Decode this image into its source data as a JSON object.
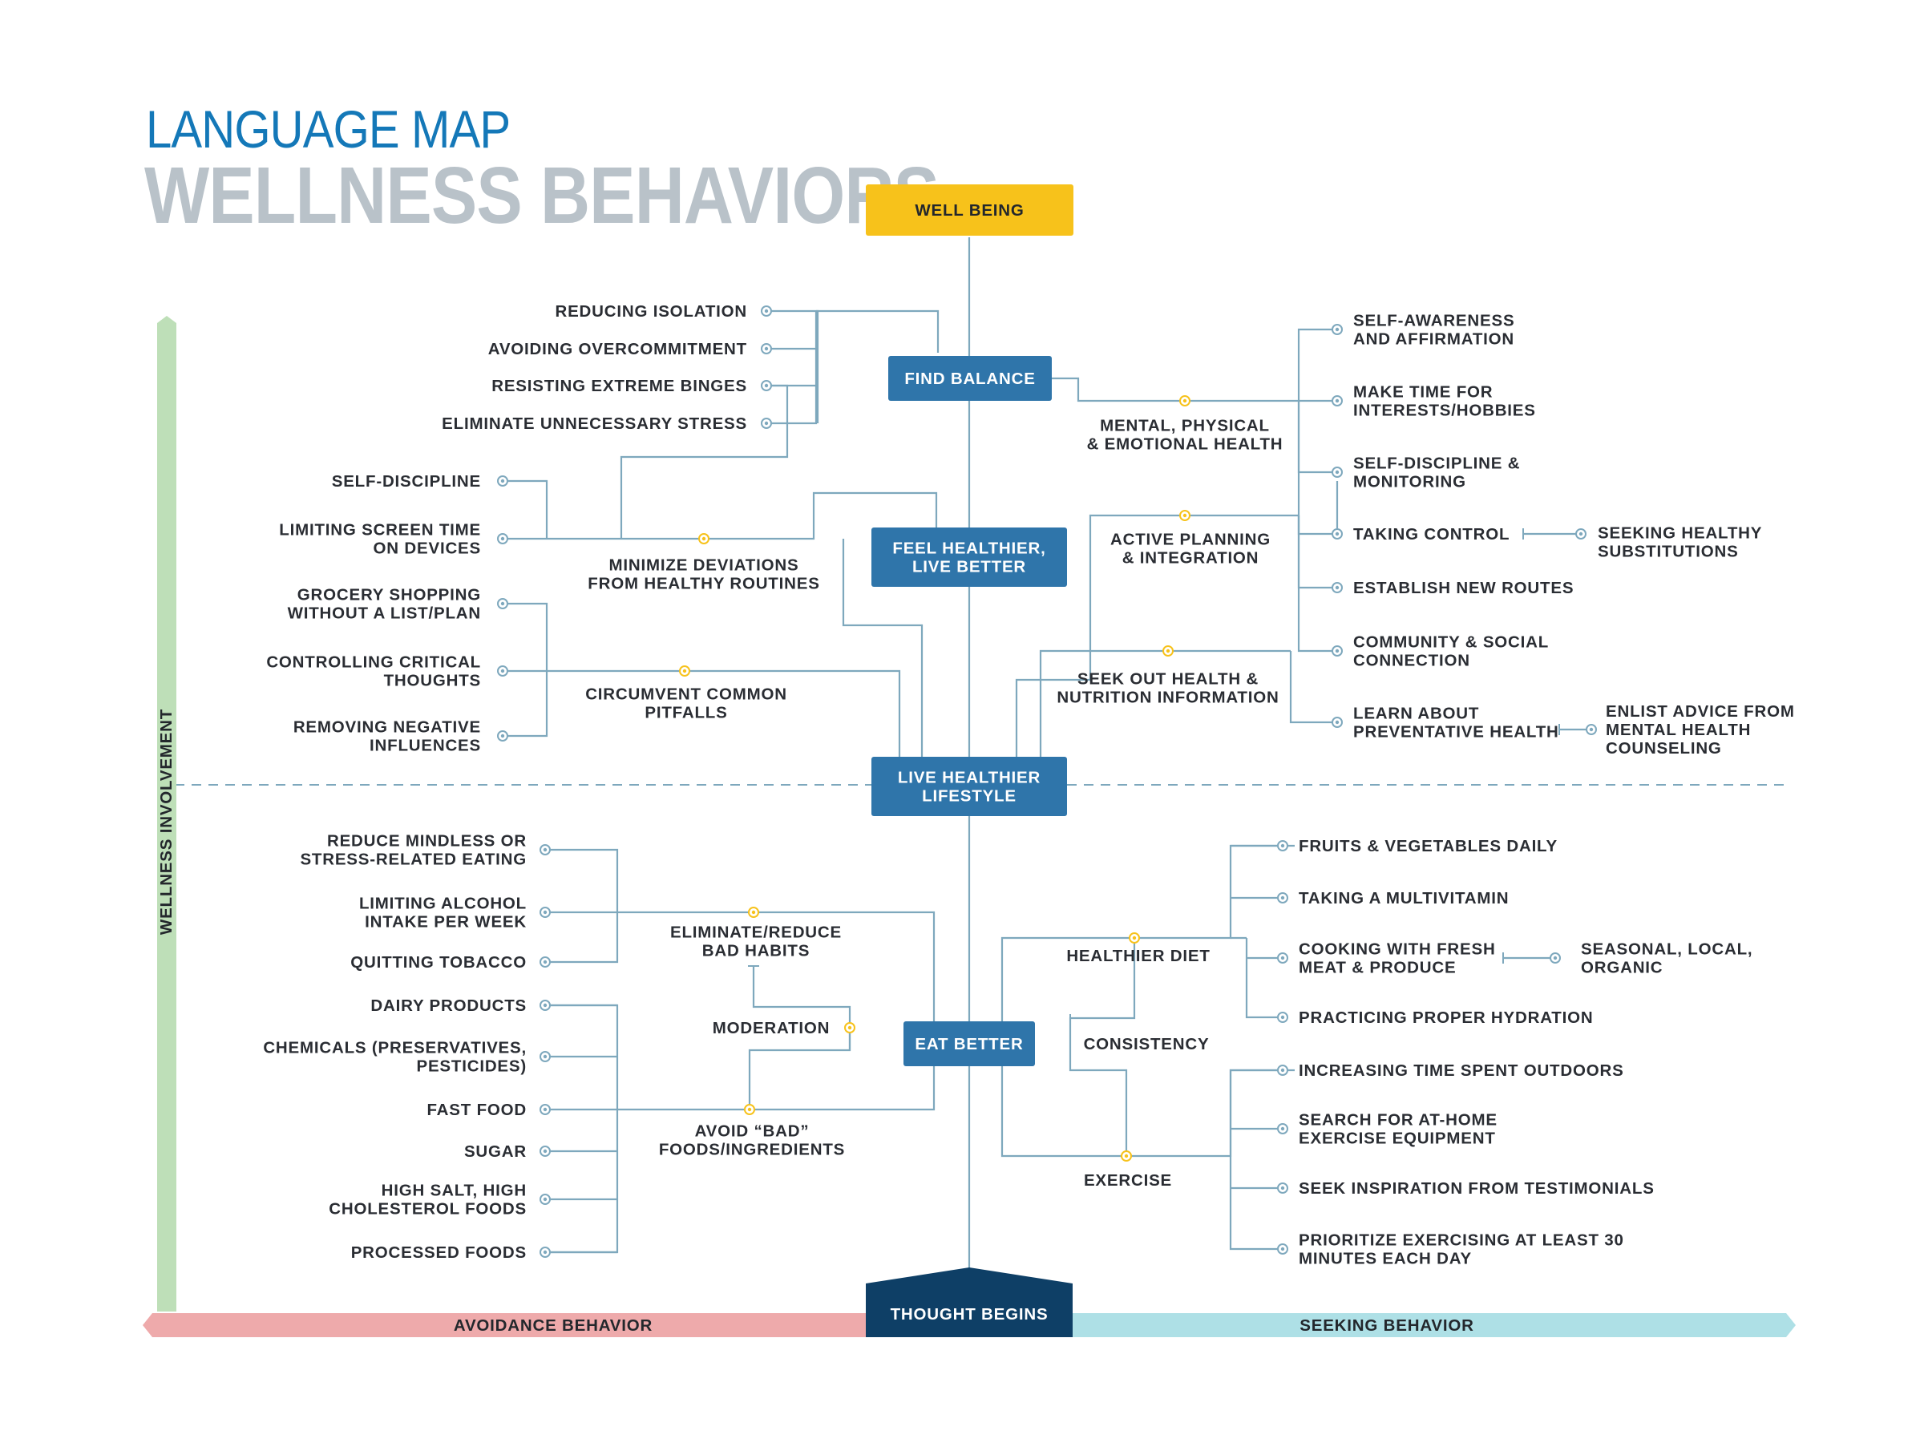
{
  "title": {
    "line1": "LANGUAGE MAP",
    "line2": "WELLNESS BEHAVIORS"
  },
  "colors": {
    "accent_blue": "#1478b8",
    "node_blue": "#2f75aa",
    "dark_navy": "#0e3f66",
    "gold": "#f7c21b",
    "line": "#7ea8bd",
    "avoid_band": "#eeaaab",
    "seek_band": "#aee0e6",
    "axis_green": "#bedfb8"
  },
  "axis": {
    "vertical": "WELLNESS INVOLVEMENT",
    "left": "AVOIDANCE BEHAVIOR",
    "center": "THOUGHT BEGINS",
    "right": "SEEKING BEHAVIOR"
  },
  "nodes": {
    "well_being": "WELL BEING",
    "find_balance": "FIND BALANCE",
    "feel_healthier": [
      "FEEL HEALTHIER,",
      "LIVE BETTER"
    ],
    "live_healthier": [
      "LIVE HEALTHIER",
      "LIFESTYLE"
    ],
    "eat_better": "EAT BETTER"
  },
  "hubs": {
    "minimize": [
      "MINIMIZE DEVIATIONS",
      "FROM HEALTHY ROUTINES"
    ],
    "circumvent": [
      "CIRCUMVENT COMMON",
      "PITFALLS"
    ],
    "mental": [
      "MENTAL, PHYSICAL",
      "& EMOTIONAL HEALTH"
    ],
    "active": [
      "ACTIVE PLANNING",
      "& INTEGRATION"
    ],
    "seek_info": [
      "SEEK OUT HEALTH &",
      "NUTRITION INFORMATION"
    ],
    "eliminate": [
      "ELIMINATE/REDUCE",
      "BAD HABITS"
    ],
    "moderation": "MODERATION",
    "avoid_bad": [
      "AVOID “BAD”",
      "FOODS/INGREDIENTS"
    ],
    "healthier_diet": "HEALTHIER DIET",
    "consistency": "CONSISTENCY",
    "exercise": "EXERCISE"
  },
  "left_balance": [
    "REDUCING ISOLATION",
    "AVOIDING OVERCOMMITMENT",
    "RESISTING EXTREME BINGES",
    "ELIMINATE UNNECESSARY STRESS"
  ],
  "left_minimize": [
    [
      "SELF-DISCIPLINE"
    ],
    [
      "LIMITING SCREEN TIME",
      "ON DEVICES"
    ]
  ],
  "left_circumvent": [
    [
      "GROCERY SHOPPING",
      "WITHOUT A LIST/PLAN"
    ],
    [
      "CONTROLLING CRITICAL",
      "THOUGHTS"
    ],
    [
      "REMOVING NEGATIVE",
      "INFLUENCES"
    ]
  ],
  "right_upper": [
    [
      "SELF-AWARENESS",
      "AND AFFIRMATION"
    ],
    [
      "MAKE TIME FOR",
      "INTERESTS/HOBBIES"
    ],
    [
      "SELF-DISCIPLINE &",
      "MONITORING"
    ],
    [
      "TAKING CONTROL"
    ],
    [
      "ESTABLISH NEW ROUTES"
    ],
    [
      "COMMUNITY & SOCIAL",
      "CONNECTION"
    ],
    [
      "LEARN ABOUT",
      "PREVENTATIVE HEALTH"
    ]
  ],
  "right_upper_sub": {
    "taking_control": [
      "SEEKING HEALTHY",
      "SUBSTITUTIONS"
    ],
    "preventative": [
      "ENLIST ADVICE FROM",
      "MENTAL HEALTH",
      "COUNSELING"
    ]
  },
  "left_habits": [
    [
      "REDUCE MINDLESS OR",
      "STRESS-RELATED EATING"
    ],
    [
      "LIMITING ALCOHOL",
      "INTAKE PER WEEK"
    ],
    [
      "QUITTING TOBACCO"
    ]
  ],
  "left_foods": [
    [
      "DAIRY PRODUCTS"
    ],
    [
      "CHEMICALS (PRESERVATIVES,",
      "PESTICIDES)"
    ],
    [
      "FAST FOOD"
    ],
    [
      "SUGAR"
    ],
    [
      "HIGH SALT, HIGH",
      "CHOLESTEROL FOODS"
    ],
    [
      "PROCESSED FOODS"
    ]
  ],
  "right_diet": [
    [
      "FRUITS & VEGETABLES DAILY"
    ],
    [
      "TAKING A MULTIVITAMIN"
    ],
    [
      "COOKING WITH FRESH",
      "MEAT & PRODUCE"
    ],
    [
      "PRACTICING PROPER HYDRATION"
    ]
  ],
  "right_diet_sub": [
    "SEASONAL, LOCAL,",
    "ORGANIC"
  ],
  "right_exercise": [
    [
      "INCREASING TIME SPENT OUTDOORS"
    ],
    [
      "SEARCH FOR AT-HOME",
      "EXERCISE EQUIPMENT"
    ],
    [
      "SEEK INSPIRATION FROM TESTIMONIALS"
    ],
    [
      "PRIORITIZE EXERCISING AT LEAST 30",
      "MINUTES EACH DAY"
    ]
  ]
}
